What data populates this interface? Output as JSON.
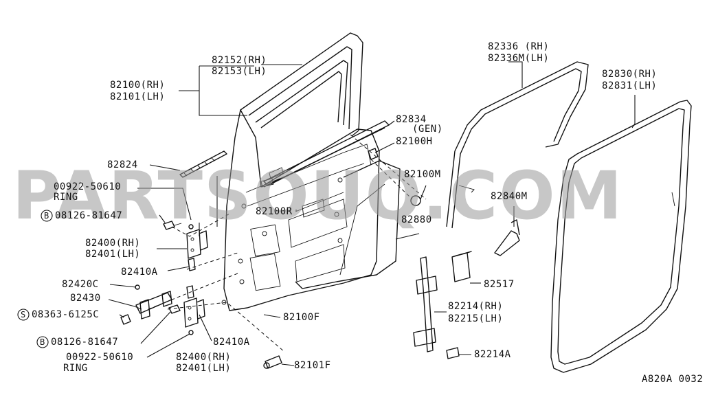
{
  "watermark": "PARTSOUQ.COM",
  "figure_code": "A820A 0032",
  "labels": {
    "l82152": "82152(RH)",
    "l82153": "82153(LH)",
    "l82100": "82100(RH)",
    "l82101": "82101(LH)",
    "l82824": "82824",
    "l00922a": "00922-50610",
    "lringa": "RING",
    "b08126a": "08126-81647",
    "l82400a": "82400(RH)",
    "l82401a": "82401(LH)",
    "l82410a1": "82410A",
    "l82420c": "82420C",
    "l82430": "82430",
    "s08363": "08363-6125C",
    "b08126b": "08126-81647",
    "l00922b": "00922-50610",
    "lringb": "RING",
    "l82400b": "82400(RH)",
    "l82401b": "82401(LH)",
    "l82410a2": "82410A",
    "l82101f": "82101F",
    "l82100f": "82100F",
    "l82100r": "82100R",
    "l82834": "82834",
    "lgen": "(GEN)",
    "l82100h": "82100H",
    "l82100m": "82100M",
    "l82880": "82880",
    "l82336": "82336 (RH)",
    "l82336m": "82336M(LH)",
    "l82830": "82830(RH)",
    "l82831": "82831(LH)",
    "l82840m": "82840M",
    "l82517": "82517",
    "l82214": "82214(RH)",
    "l82215": "82215(LH)",
    "l82214a": "82214A"
  },
  "markers": {
    "b": "B",
    "s": "S"
  }
}
